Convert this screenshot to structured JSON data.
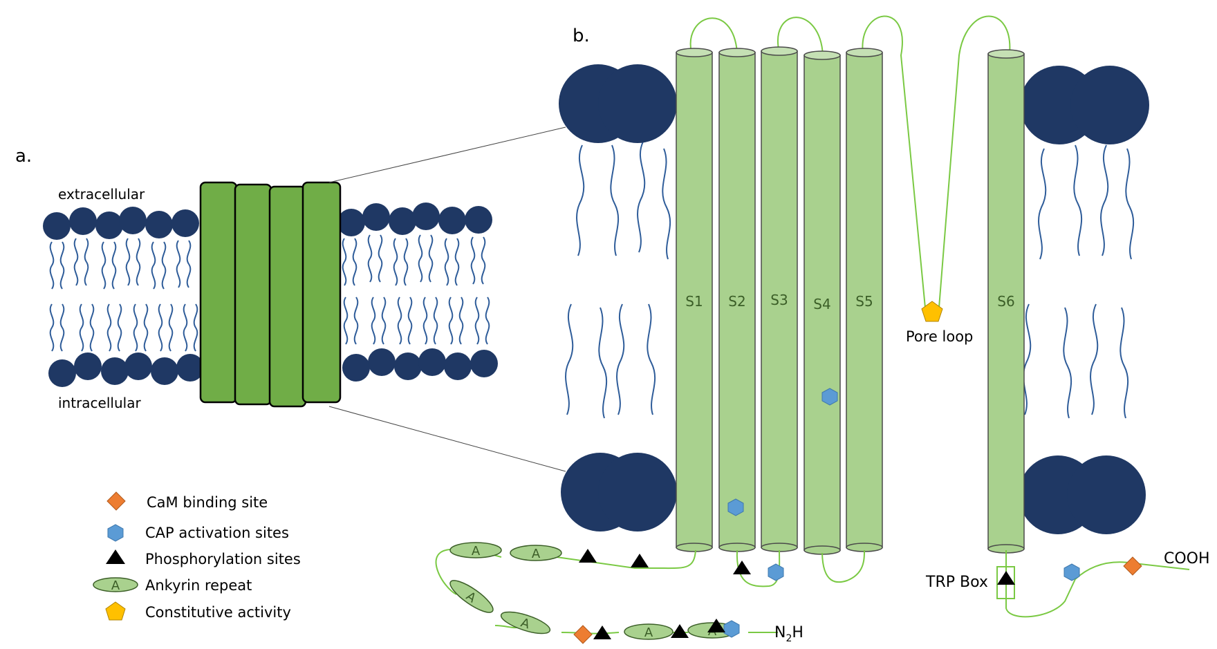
{
  "panel_labels": {
    "a": "a.",
    "b": "b."
  },
  "membrane": {
    "extracellular": "extracellular",
    "intracellular": "intracellular"
  },
  "segments": [
    "S1",
    "S2",
    "S3",
    "S4",
    "S5",
    "S6"
  ],
  "pore_loop": "Pore loop",
  "trp_box": "TRP Box",
  "termini": {
    "c_term": "COOH",
    "n_term_main": "N",
    "n_term_sub": "2",
    "n_term_end": "H"
  },
  "ankyrin_letter": "A",
  "legend": {
    "cam": "CaM binding site",
    "cap": "CAP activation sites",
    "phospho": "Phosphorylation sites",
    "ankyrin": "Ankyrin repeat",
    "constitutive": "Constitutive activity"
  },
  "colors": {
    "lipid_head": "#1f3864",
    "lipid_tail": "#2e5c99",
    "channel_dark": "#70ad47",
    "channel_light": "#a9d18e",
    "linker": "#7ac943",
    "cam_site": "#ed7d31",
    "cap_site": "#5b9bd5",
    "phospho_site": "#000000",
    "constitutive_site": "#ffc000"
  }
}
